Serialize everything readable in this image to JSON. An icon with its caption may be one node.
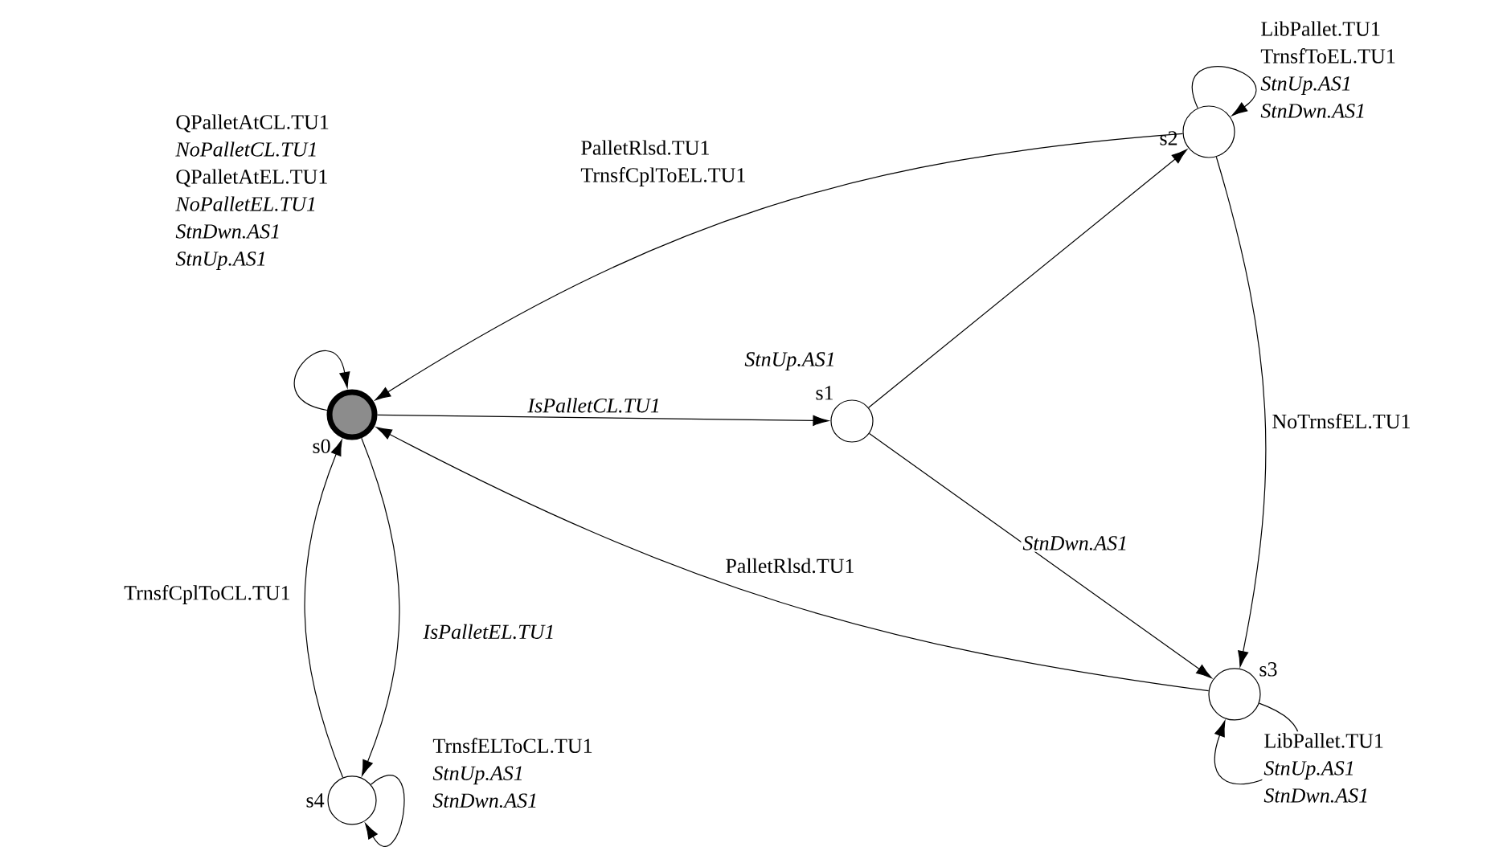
{
  "diagram": {
    "nodes": [
      {
        "text": [],
        "shape": "circle",
        "beside": [
          "s0"
        ]
      },
      {
        "text": [],
        "shape": "circle",
        "beside": [
          "s1"
        ]
      },
      {
        "text": [],
        "shape": "circle",
        "beside": [
          "s2"
        ]
      },
      {
        "text": [],
        "shape": "circle",
        "beside": [
          "s3"
        ]
      },
      {
        "text": [],
        "shape": "circle",
        "beside": [
          "s4"
        ]
      }
    ],
    "edges": [
      {
        "from": 0,
        "to": 0,
        "arrow": "to",
        "label": "QPalletAtCL.TU1 *NoPalletCL.TU1* QPalletAtEL.TU1 *NoPalletEL.TU1* *StnDwn.AS1* *StnUp.AS1*"
      },
      {
        "from": 2,
        "to": 0,
        "arrow": "to",
        "label": "PalletRlsd.TU1 TrnsfCplToEL.TU1"
      },
      {
        "from": 0,
        "to": 1,
        "arrow": "to",
        "label": "IsPalletCL.TU1"
      },
      {
        "from": 1,
        "to": 2,
        "arrow": "to",
        "label": "StnUp.AS1"
      },
      {
        "from": 2,
        "to": 2,
        "arrow": "to",
        "label": "LibPallet.TU1 TrnsfToEL.TU1 *StnUp.AS1* *StnDwn.AS1*"
      },
      {
        "from": 2,
        "to": 3,
        "arrow": "to",
        "label": "NoTrnsfEL.TU1"
      },
      {
        "from": 1,
        "to": 3,
        "arrow": "to",
        "label": "StnDwn.AS1"
      },
      {
        "from": 3,
        "to": 0,
        "arrow": "to",
        "label": "PalletRlsd.TU1"
      },
      {
        "from": 3,
        "to": 3,
        "arrow": "to",
        "label": "LibPallet.TU1 *StnUp.AS1* *StnDwn.AS1*"
      },
      {
        "from": 0,
        "to": 4,
        "arrow": "to",
        "label": "IsPalletEL.TU1"
      },
      {
        "from": 4,
        "to": 0,
        "arrow": "to",
        "label": "TrnsfCplToCL.TU1"
      },
      {
        "from": 4,
        "to": 4,
        "arrow": "to",
        "label": "TrnsfELToCL.TU1 *StnUp.AS1* *StnDwn.AS1*"
      }
    ]
  }
}
